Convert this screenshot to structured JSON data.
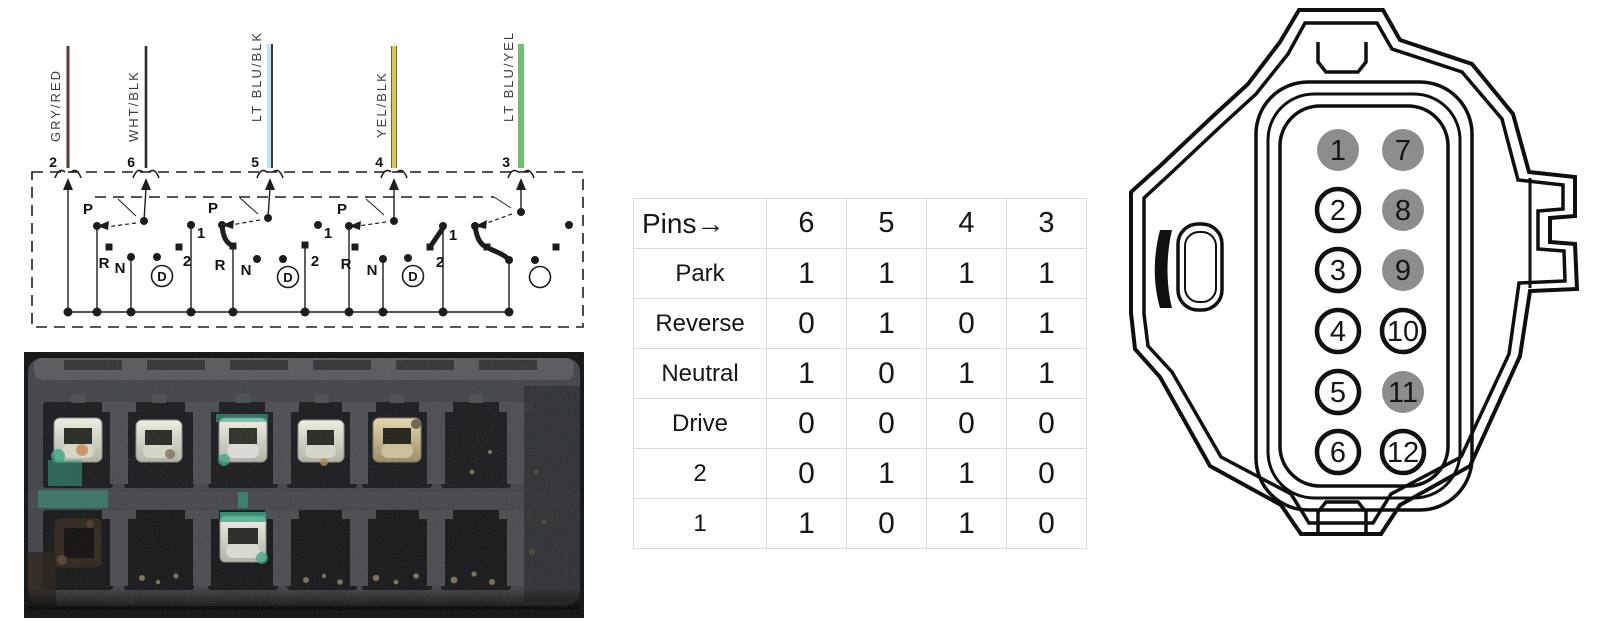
{
  "schematic": {
    "wires": [
      {
        "pin": "2",
        "label": "GRY/RED",
        "color": "#5d3a35",
        "base": "#5d3a35"
      },
      {
        "pin": "6",
        "label": "WHT/BLK",
        "color": "#2a2a2a",
        "base": "#2a2a2a"
      },
      {
        "pin": "5",
        "label": "LT BLU/BLK",
        "color": "#b9e6f8",
        "base": "#3a3a3a"
      },
      {
        "pin": "4",
        "label": "YEL/BLK",
        "color": "#d9c65a",
        "base": "#6a6430"
      },
      {
        "pin": "3",
        "label": "LT BLU/YEL",
        "color": "#5ec67c",
        "base": "#9aaf4e"
      }
    ],
    "positions": [
      "P",
      "R",
      "N",
      "D",
      "2",
      "1"
    ]
  },
  "table": {
    "header": [
      "Pins→",
      "6",
      "5",
      "4",
      "3"
    ],
    "rows": [
      {
        "label": "Park",
        "values": [
          "1",
          "1",
          "1",
          "1"
        ]
      },
      {
        "label": "Reverse",
        "values": [
          "0",
          "1",
          "0",
          "1"
        ]
      },
      {
        "label": "Neutral",
        "values": [
          "1",
          "0",
          "1",
          "1"
        ]
      },
      {
        "label": "Drive",
        "values": [
          "0",
          "0",
          "0",
          "0"
        ]
      },
      {
        "label": "2",
        "values": [
          "0",
          "1",
          "1",
          "0"
        ]
      },
      {
        "label": "1",
        "values": [
          "1",
          "0",
          "1",
          "0"
        ]
      }
    ]
  },
  "connector": {
    "filled_color": "#8d8d8d",
    "pins": [
      {
        "number": "1",
        "filled": true
      },
      {
        "number": "2",
        "filled": false
      },
      {
        "number": "3",
        "filled": false
      },
      {
        "number": "4",
        "filled": false
      },
      {
        "number": "5",
        "filled": false
      },
      {
        "number": "6",
        "filled": false
      },
      {
        "number": "7",
        "filled": true
      },
      {
        "number": "8",
        "filled": true
      },
      {
        "number": "9",
        "filled": true
      },
      {
        "number": "10",
        "filled": false
      },
      {
        "number": "11",
        "filled": true
      },
      {
        "number": "12",
        "filled": false
      }
    ]
  }
}
